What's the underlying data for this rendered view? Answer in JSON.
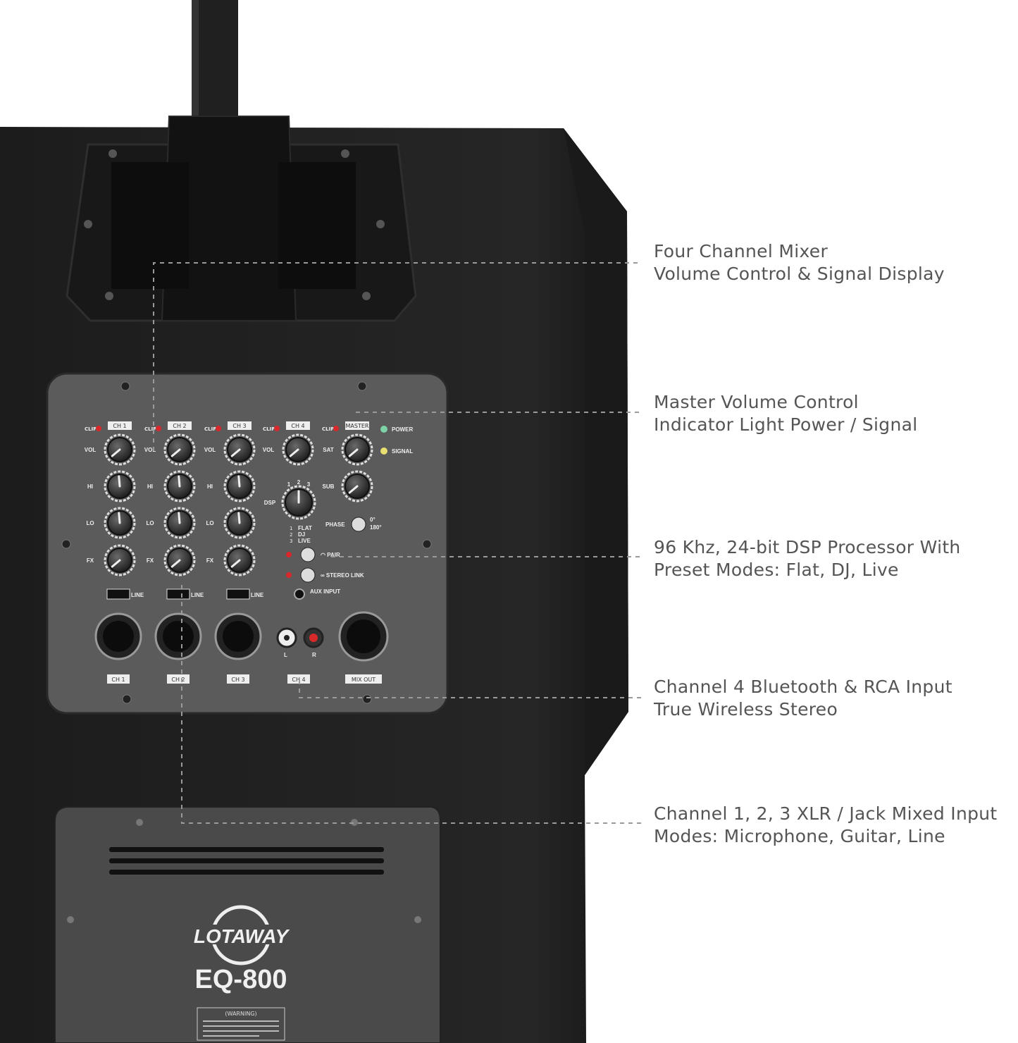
{
  "callouts": [
    {
      "line1": "Four Channel Mixer",
      "line2": "Volume Control & Signal Display"
    },
    {
      "line1": "Master Volume Control",
      "line2": "Indicator Light Power / Signal"
    },
    {
      "line1": "96 Khz, 24-bit DSP Processor With",
      "line2": "Preset Modes: Flat, DJ, Live"
    },
    {
      "line1": "Channel 4 Bluetooth & RCA Input",
      "line2": "True Wireless Stereo"
    },
    {
      "line1": "Channel 1, 2, 3 XLR / Jack Mixed Input",
      "line2": "Modes: Microphone, Guitar, Line"
    }
  ],
  "panel": {
    "channels": [
      "CH 1",
      "CH 2",
      "CH 3",
      "CH 4",
      "MASTER"
    ],
    "clip": "CLIP",
    "row_labels": [
      "VOL",
      "HI",
      "LO",
      "FX"
    ],
    "master_labels": [
      "SAT",
      "SUB"
    ],
    "power": "POWER",
    "signal": "SIGNAL",
    "dsp": "DSP",
    "dsp_positions": [
      "1",
      "2",
      "3"
    ],
    "dsp_modes": [
      "FLAT",
      "DJ",
      "LIVE"
    ],
    "phase": "PHASE",
    "phase_options": [
      "0°",
      "180°"
    ],
    "pair": "PAIR",
    "stereo_link": "STEREO LINK",
    "aux_input": "AUX INPUT",
    "line": "LINE",
    "rca_l": "L",
    "rca_r": "R",
    "bottom_labels": [
      "CH 1",
      "CH 2",
      "CH 3",
      "CH 4",
      "MIX OUT"
    ],
    "colors": {
      "power_led": "#7fd1a8",
      "signal_led": "#e8e070",
      "clip_led": "#d8282c"
    }
  },
  "brand": {
    "logo": "LOTAWAY",
    "model": "EQ-800",
    "warning_title": "(WARNING)"
  }
}
